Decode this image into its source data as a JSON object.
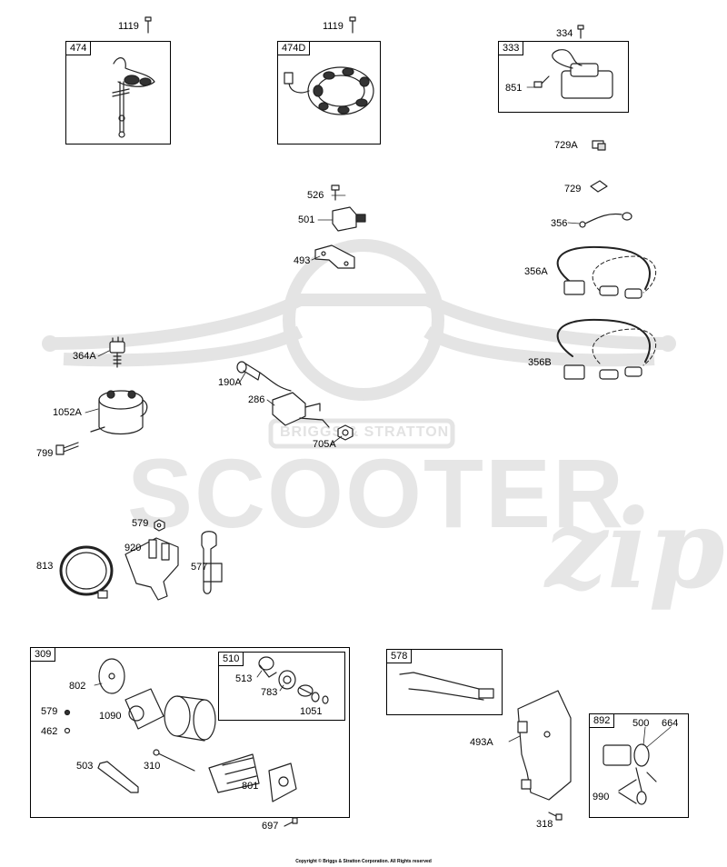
{
  "watermark": {
    "brand_text": "SCOOTER",
    "script_text": "zip",
    "emblem_text": "BRIGGS & STRATTON"
  },
  "boxes": {
    "b474": "474",
    "b474D": "474D",
    "b333": "333",
    "b309": "309",
    "b510": "510",
    "b578": "578",
    "b892": "892"
  },
  "parts": {
    "p1119a": "1119",
    "p1119b": "1119",
    "p334": "334",
    "p851": "851",
    "p729A": "729A",
    "p729": "729",
    "p526": "526",
    "p501": "501",
    "p493": "493",
    "p356": "356",
    "p356A": "356A",
    "p356B": "356B",
    "p364A": "364A",
    "p190A": "190A",
    "p286": "286",
    "p1052A": "1052A",
    "p705A": "705A",
    "p799": "799",
    "p579a": "579",
    "p920": "920",
    "p813": "813",
    "p577": "577",
    "p802": "802",
    "p513": "513",
    "p783": "783",
    "p1051": "1051",
    "p579b": "579",
    "p1090": "1090",
    "p462": "462",
    "p503": "503",
    "p310": "310",
    "p801": "801",
    "p697": "697",
    "p493A": "493A",
    "p500": "500",
    "p664": "664",
    "p990": "990",
    "p318": "318"
  },
  "footer": {
    "copyright": "Copyright © Briggs & Stratton Corporation. All Rights reserved"
  }
}
